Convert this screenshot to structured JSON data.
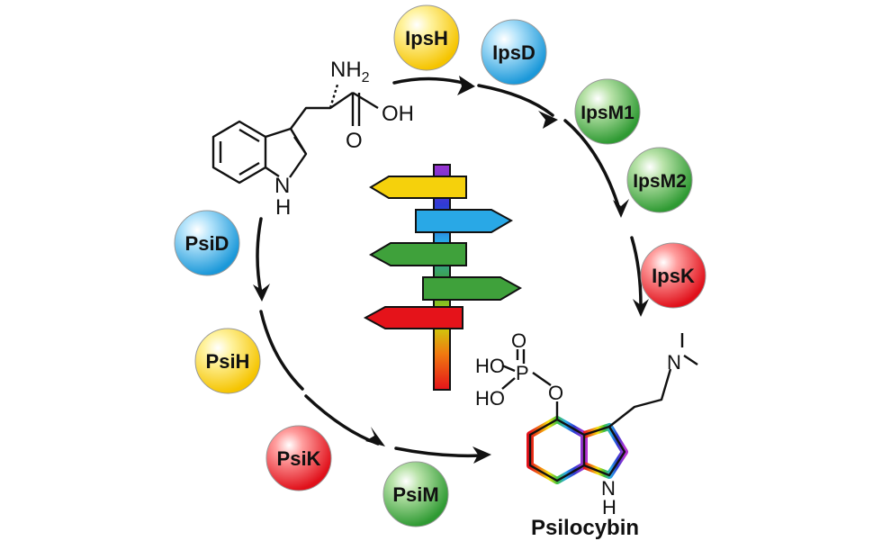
{
  "colors": {
    "yellow": "#f5d10c",
    "blue": "#29a8e6",
    "green": "#3fa13b",
    "red": "#e5131a",
    "purple": "#9b34d0",
    "stroke": "#111111"
  },
  "top_route": {
    "enzymes": [
      {
        "label": "IpsH",
        "color": "yellow"
      },
      {
        "label": "IpsD",
        "color": "blue"
      },
      {
        "label": "IpsM1",
        "color": "green"
      },
      {
        "label": "IpsM2",
        "color": "green"
      },
      {
        "label": "IpsK",
        "color": "red"
      }
    ]
  },
  "bottom_route": {
    "enzymes": [
      {
        "label": "PsiD",
        "color": "blue"
      },
      {
        "label": "PsiH",
        "color": "yellow"
      },
      {
        "label": "PsiK",
        "color": "red"
      },
      {
        "label": "PsiM",
        "color": "green"
      }
    ]
  },
  "tryptophan": {
    "nh2": "NH",
    "nh2_sub": "2",
    "oh": "OH",
    "o": "O",
    "nh": "N",
    "h": "H"
  },
  "psilocybin": {
    "name": "Psilocybin",
    "ho_top": "HO",
    "ho_bottom": "HO",
    "p": "P",
    "o_double": "O",
    "o_ester": "O",
    "n_amine": "N",
    "n_ring": "N",
    "h_ring": "H"
  },
  "signpost": {
    "pole_colors": [
      "#9b34d0",
      "#2e3bd4",
      "#29a8e6",
      "#3fa13b",
      "#f5d10c",
      "#f07a10",
      "#e5131a"
    ],
    "signs": [
      {
        "direction": "left",
        "color": "yellow"
      },
      {
        "direction": "right",
        "color": "blue"
      },
      {
        "direction": "left",
        "color": "green"
      },
      {
        "direction": "right",
        "color": "green"
      },
      {
        "direction": "left",
        "color": "red"
      }
    ]
  }
}
